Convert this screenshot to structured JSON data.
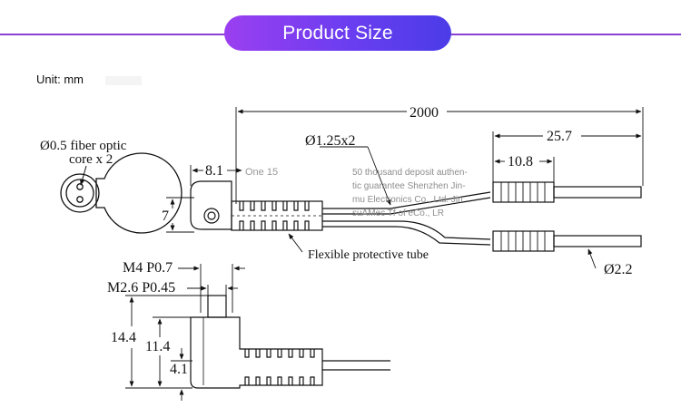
{
  "header": {
    "title": "Product Size"
  },
  "unit_label": "Unit: mm",
  "labels": {
    "core_line1": "Ø0.5 fiber optic",
    "core_line2": "core x 2",
    "length_total": "2000",
    "dim_8_1": "8.1",
    "dim_one_15": "One  15",
    "dim_fiber": "Ø1.25x2",
    "dim_7": "7",
    "dim_25_7": "25.7",
    "dim_10_8": "10.8",
    "dim_2_2": "Ø2.2",
    "tube_note": "Flexible protective tube",
    "thread_m4": "M4 P0.7",
    "thread_m2_6": "M2.6 P0.45",
    "dim_14_4": "14.4",
    "dim_11_4": "11.4",
    "dim_4_1": "4.1"
  },
  "watermark": {
    "lines": [
      "50 thousand deposit authen-",
      "tic guarantee Shenzhen Jin-",
      "mu Electronics Co., Ltd. Jin",
      "suAMec Tf of eCo., LR"
    ]
  },
  "colors": {
    "accent": "#8a3fd6",
    "banner_start": "#9b3ff0",
    "banner_end": "#4b3ce8",
    "ink": "#111111"
  }
}
